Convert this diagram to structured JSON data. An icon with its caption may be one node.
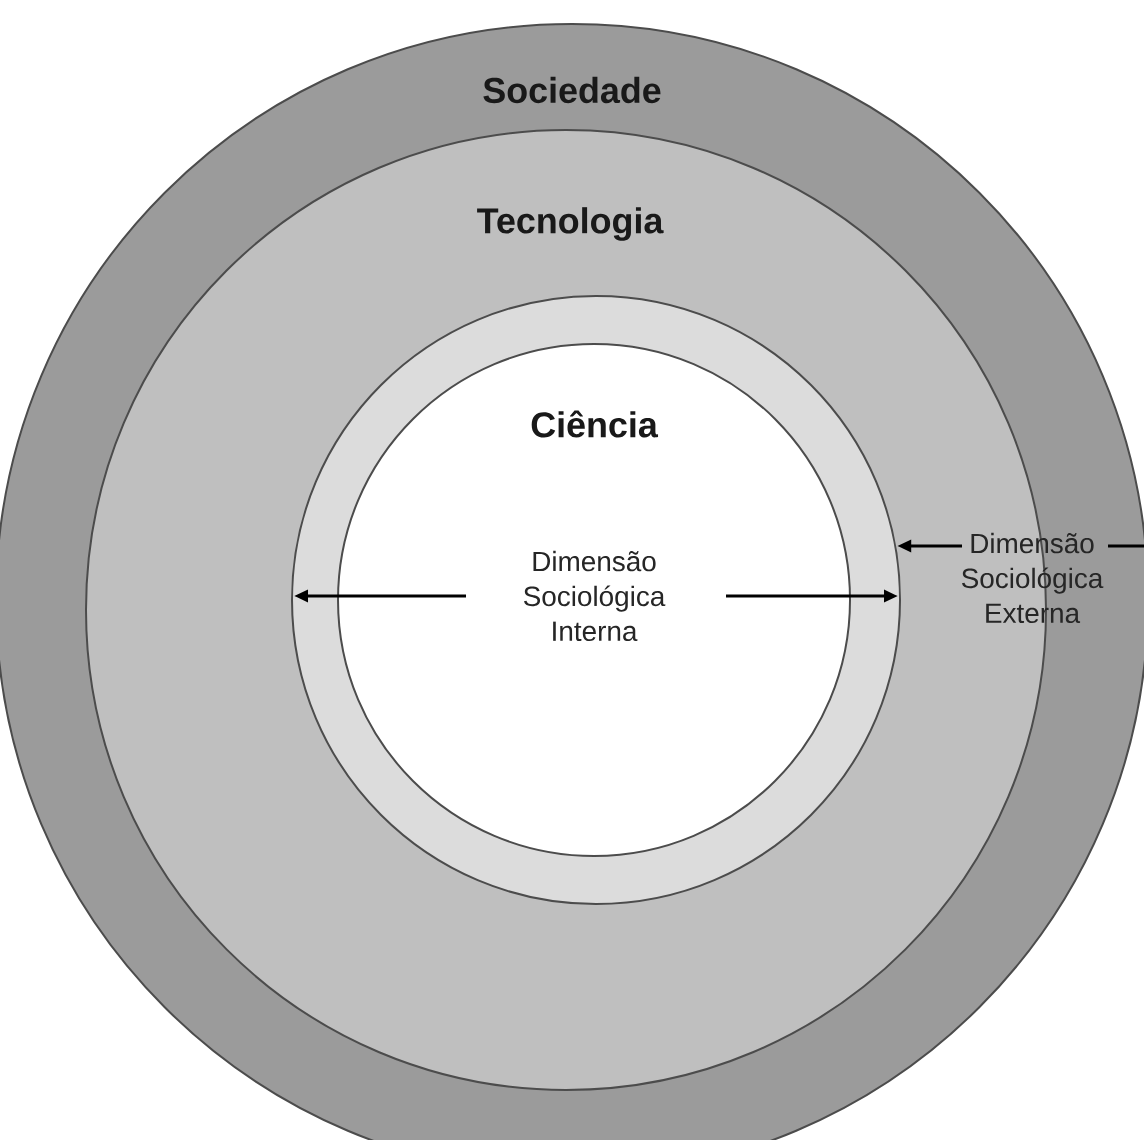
{
  "diagram": {
    "nodes": [
      {
        "text": [
          "Sociedade"
        ]
      },
      {
        "text": [
          "Tecnologia"
        ],
        "in": 0
      },
      {
        "text": [],
        "shape": "circle",
        "in": 1
      },
      {
        "text": [
          "Ciência",
          "Dimensão Sociológica Interna"
        ],
        "in": 2
      },
      {
        "text": [
          "Dimensão Sociológica Externa"
        ],
        "in": 0
      }
    ],
    "edges": [
      {
        "from": 3,
        "to": 2,
        "arrow": "to"
      },
      {
        "from": 3,
        "to": 2,
        "arrow": "to"
      },
      {
        "from": 4,
        "to": 2,
        "arrow": "to"
      },
      {
        "from": 4,
        "to": null,
        "arrow": "none"
      }
    ]
  }
}
